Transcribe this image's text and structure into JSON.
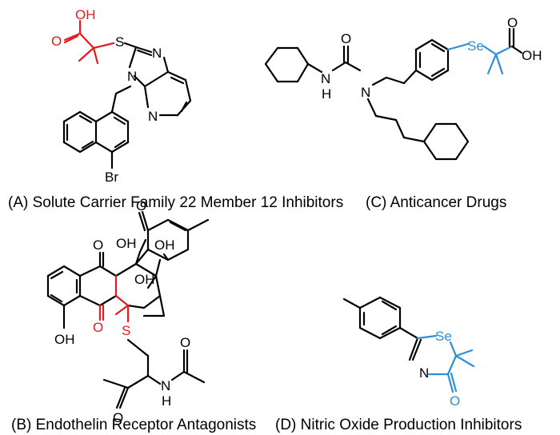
{
  "captions": {
    "a": "(A) Solute Carrier Family 22 Member 12 Inhibitors",
    "b": "(B) Endothelin Receptor Antagonists",
    "c": "(C) Anticancer Drugs",
    "d": "(D) Nitric Oxide Production Inhibitors"
  },
  "labels": {
    "oh": "OH",
    "o": "O",
    "s": "S",
    "se": "Se",
    "n": "N",
    "nh": "N",
    "h": "H",
    "br": "Br"
  },
  "colors": {
    "highlight_red": "#e41a1c",
    "highlight_blue": "#2b8fd8"
  }
}
